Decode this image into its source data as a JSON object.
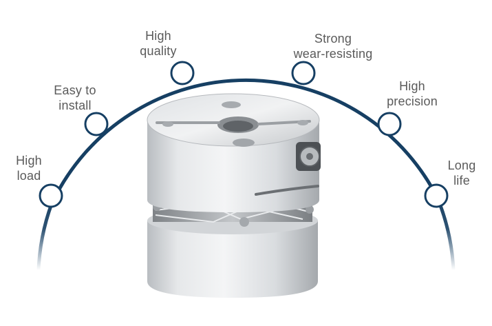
{
  "features": [
    {
      "line1": "High",
      "line2": "load"
    },
    {
      "line1": "Easy to",
      "line2": "install"
    },
    {
      "line1": "High",
      "line2": "quality"
    },
    {
      "line1": "Strong",
      "line2": "wear-resisting"
    },
    {
      "line1": "High",
      "line2": "precision"
    },
    {
      "line1": "Long",
      "line2": "life"
    }
  ],
  "colors": {
    "arc": "#163f63",
    "node_fill": "#ffffff",
    "label_text": "#5a5a5a",
    "metal_light": "#eef0f2",
    "metal_mid": "#c9ccd0",
    "metal_dark": "#8e9296"
  }
}
